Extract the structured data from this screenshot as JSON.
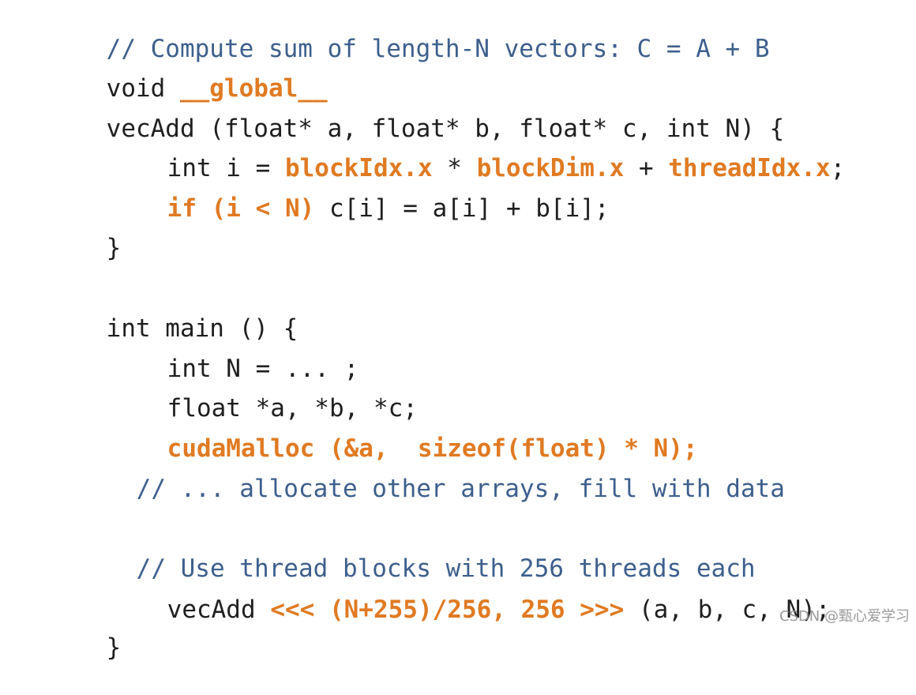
{
  "code": {
    "line1": {
      "comment": "// Compute sum of length-N vectors: C = A + B"
    },
    "line2": {
      "kw": "void ",
      "global": "__global__"
    },
    "line3": {
      "text": "vecAdd (float* a, float* b, float* c, int N) {"
    },
    "line4": {
      "p1": "int i = ",
      "blockIdx": "blockIdx.x",
      "p2": " * ",
      "blockDim": "blockDim.x",
      "p3": " + ",
      "threadIdx": "threadIdx.x",
      "p4": ";"
    },
    "line5": {
      "cond": "if (i < N)",
      "rest": " c[i] = a[i] + b[i];"
    },
    "line6": {
      "text": "}"
    },
    "line7": {
      "text": "int main () {"
    },
    "line8": {
      "text": "int N = ... ;"
    },
    "line9": {
      "text": "float *a, *b, *c;"
    },
    "line10": {
      "text": "cudaMalloc (&a,  sizeof(float) * N);"
    },
    "line11": {
      "comment": "// ... allocate other arrays, fill with data"
    },
    "line12": {
      "comment": "// Use thread blocks with 256 threads each"
    },
    "line13": {
      "p1": "vecAdd ",
      "launch": "<<< (N+255)/256, 256 >>>",
      "p2": " (a, b, c, N);"
    },
    "line14": {
      "text": "}"
    }
  },
  "watermark": "CSDN @甄心爱学习",
  "colors": {
    "comment": "#3d5f8d",
    "highlight": "#e07a22",
    "text": "#1f1f1f"
  }
}
